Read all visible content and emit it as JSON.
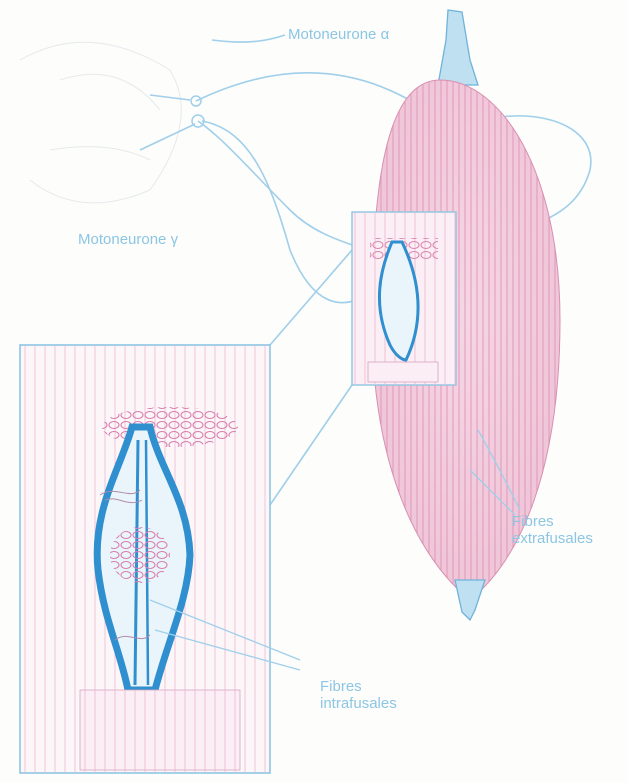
{
  "labels": {
    "alpha_motoneuron": "Motoneurone α",
    "gamma_motoneuron": "Motoneurone γ",
    "extrafusal": [
      "Fibres",
      "extrafusales"
    ],
    "intrafusal": [
      "Fibres",
      "intrafusales"
    ]
  },
  "colors": {
    "nerve": "#9fcfea",
    "spindle": "#2f8fcf",
    "muscle": "#d98fb0",
    "frame": "#8cc6e4",
    "label": "#8cc6e4"
  }
}
